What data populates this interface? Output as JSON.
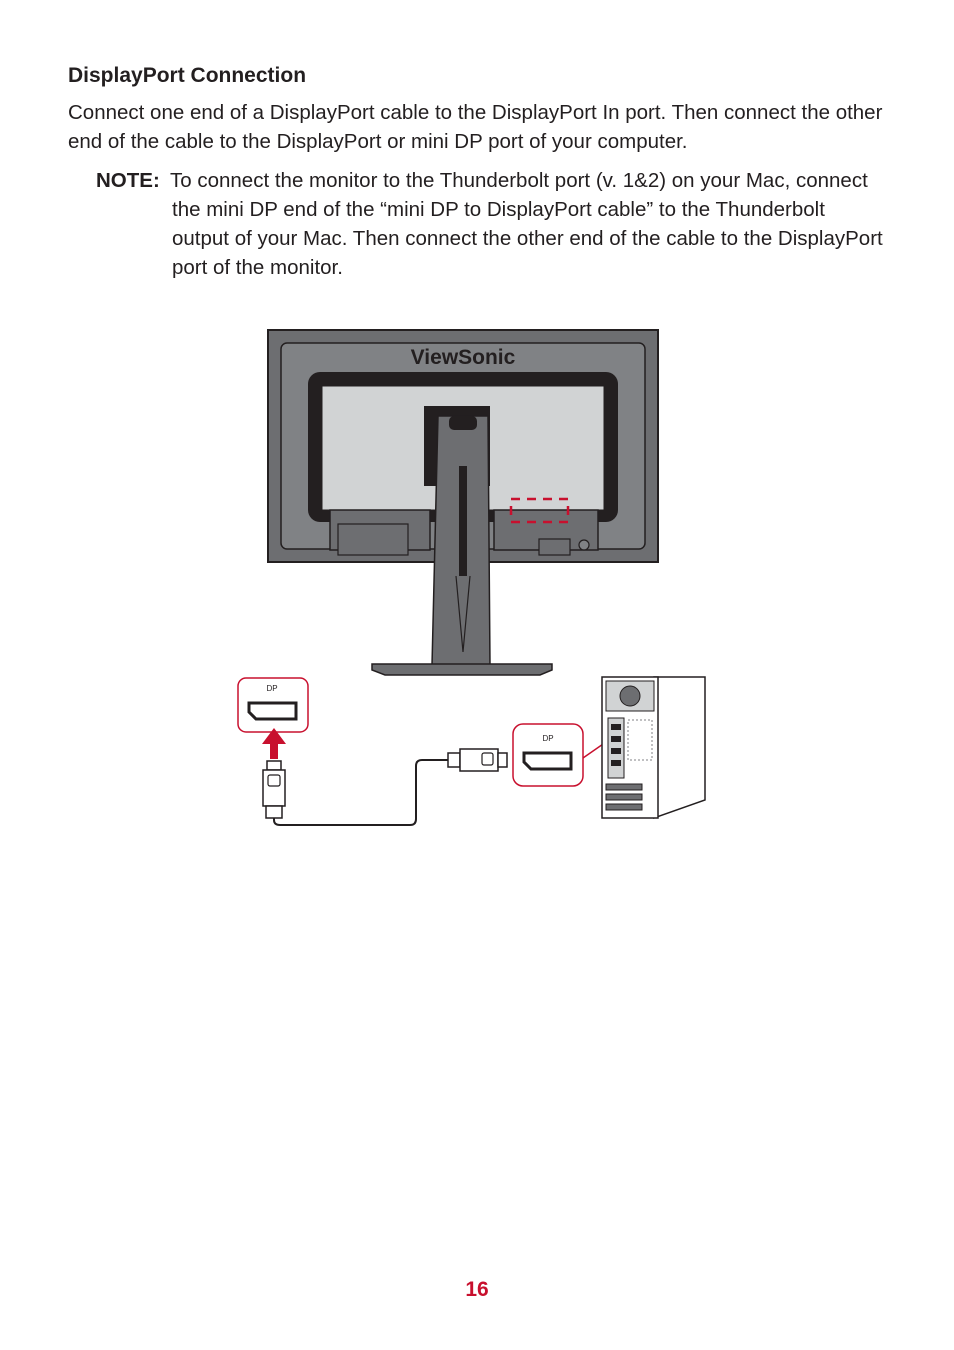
{
  "section": {
    "title": "DisplayPort Connection",
    "body": "Connect one end of a DisplayPort cable to the DisplayPort In port. Then connect the other end of the cable to the DisplayPort or mini DP port of your computer."
  },
  "note": {
    "label": "NOTE:",
    "text": "To connect the monitor to the Thunderbolt port (v. 1&2) on your Mac, connect the mini DP end of the “mini DP to DisplayPort cable” to the Thunderbolt output of your Mac. Then connect the other end of the cable to the DisplayPort port of the monitor."
  },
  "figure": {
    "brand": "ViewSonic",
    "monitor_port_label": "DP",
    "pc_port_label": "DP",
    "colors": {
      "accent_red": "#c8102e",
      "monitor_body": "#6d6e71",
      "panel_light": "#d1d3d4"
    }
  },
  "footer": {
    "page_number": "16"
  }
}
